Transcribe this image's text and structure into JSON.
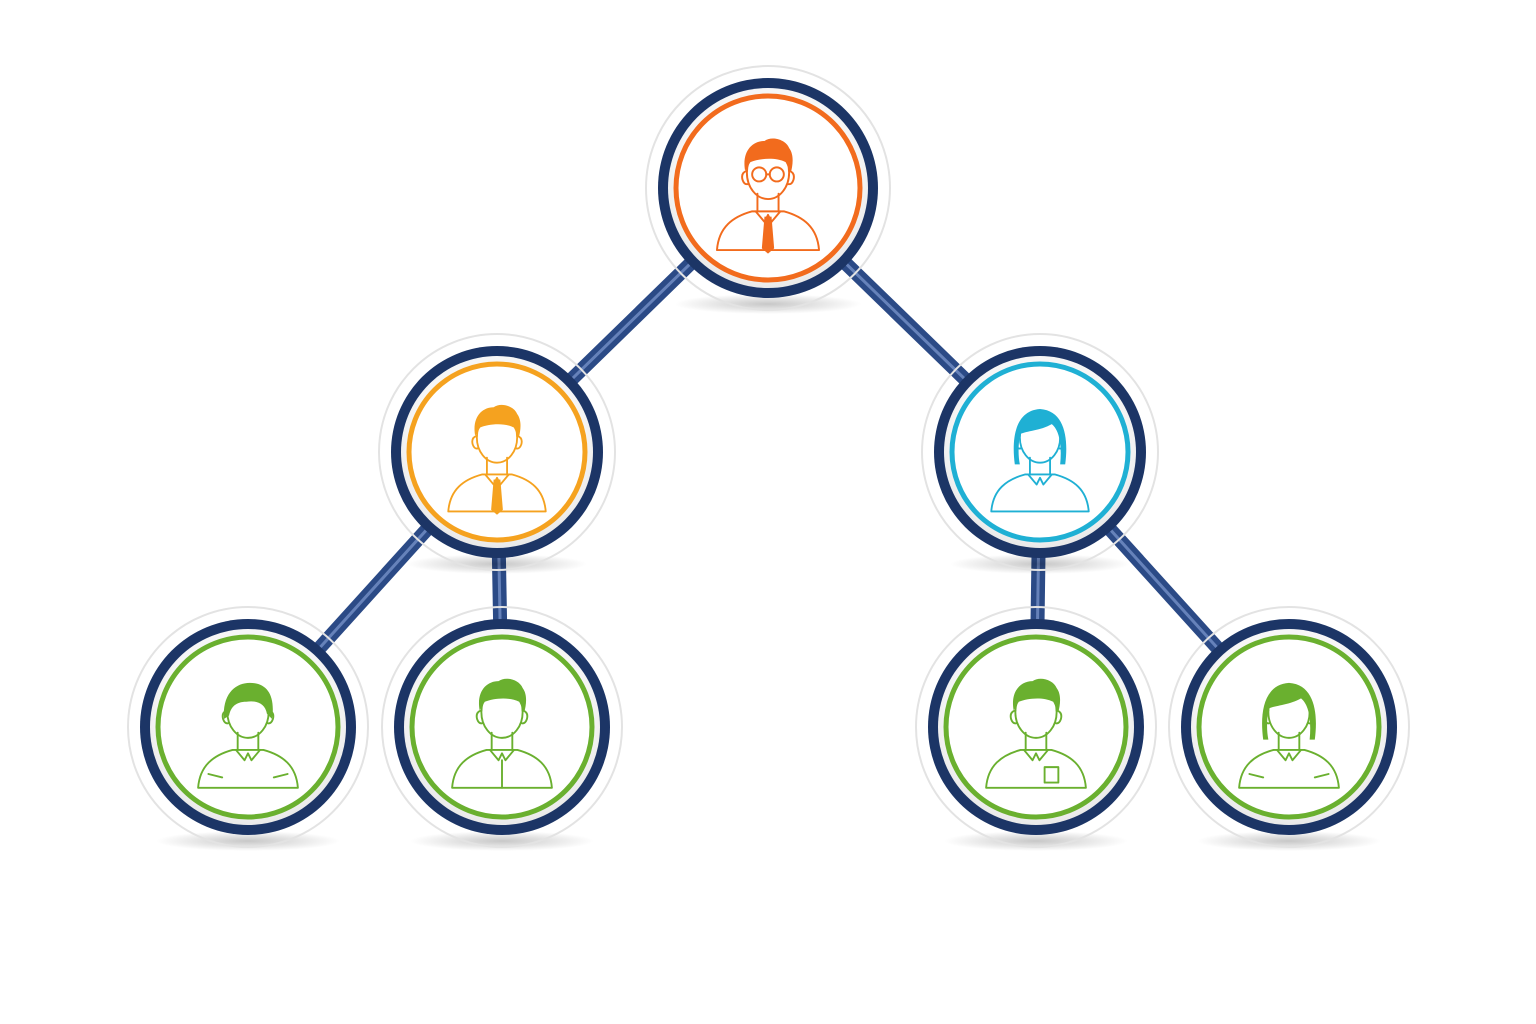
{
  "colors": {
    "background": "#ffffff",
    "frame": "#1c3566",
    "connector": "#2b4a86",
    "connector_highlight": "#7f9ad0",
    "disc": "#f4f4f4",
    "orange": "#f26b1d",
    "amber": "#f5a21f",
    "cyan": "#1fb0d4",
    "green": "#6ab02f"
  },
  "nodes": [
    {
      "id": "top-manager",
      "level": 1,
      "color": "orange",
      "figure": "man-glasses-tie"
    },
    {
      "id": "manager-left",
      "level": 2,
      "color": "amber",
      "figure": "man-tie"
    },
    {
      "id": "manager-right",
      "level": 2,
      "color": "cyan",
      "figure": "woman-collar"
    },
    {
      "id": "staff-1",
      "level": 3,
      "color": "green",
      "figure": "woman-short-hair"
    },
    {
      "id": "staff-2",
      "level": 3,
      "color": "green",
      "figure": "man-shirt"
    },
    {
      "id": "staff-3",
      "level": 3,
      "color": "green",
      "figure": "man-shirt-pocket"
    },
    {
      "id": "staff-4",
      "level": 3,
      "color": "green",
      "figure": "woman-bob"
    }
  ],
  "links": [
    [
      "top-manager",
      "manager-left"
    ],
    [
      "top-manager",
      "manager-right"
    ],
    [
      "manager-left",
      "staff-1"
    ],
    [
      "manager-left",
      "staff-2"
    ],
    [
      "manager-right",
      "staff-3"
    ],
    [
      "manager-right",
      "staff-4"
    ]
  ]
}
